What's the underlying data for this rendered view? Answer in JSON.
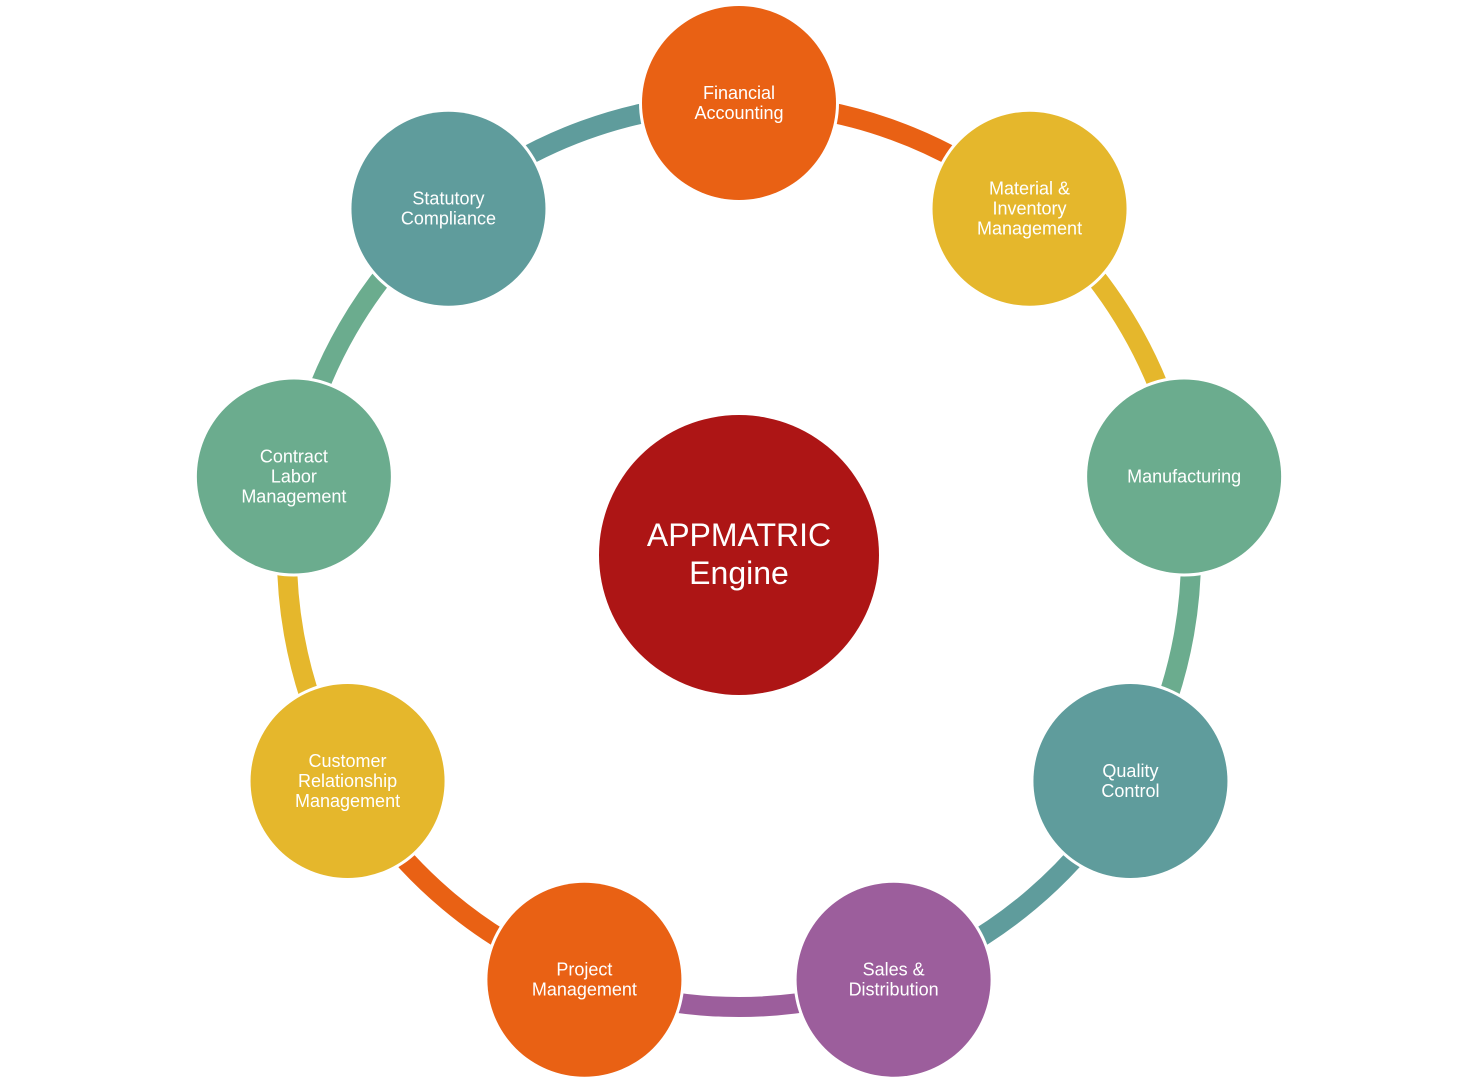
{
  "center": {
    "lines": [
      "APPMATRIC",
      "Engine"
    ],
    "color": "#AD1515"
  },
  "modules": [
    {
      "id": "financial-accounting",
      "lines": [
        "Financial",
        "Accounting"
      ],
      "color": "#E96114",
      "connector_color": "#E96114"
    },
    {
      "id": "material-inventory-management",
      "lines": [
        "Material &",
        "Inventory",
        "Management"
      ],
      "color": "#E5B72C",
      "connector_color": "#E5B72C"
    },
    {
      "id": "manufacturing",
      "lines": [
        "Manufacturing"
      ],
      "color": "#6BAC8E",
      "connector_color": "#6BAC8E"
    },
    {
      "id": "quality-control",
      "lines": [
        "Quality",
        "Control"
      ],
      "color": "#5F9C9C",
      "connector_color": "#5F9C9C"
    },
    {
      "id": "sales-distribution",
      "lines": [
        "Sales &",
        "Distribution"
      ],
      "color": "#9C5E9C",
      "connector_color": "#9C5E9C"
    },
    {
      "id": "project-management",
      "lines": [
        "Project",
        "Management"
      ],
      "color": "#E96114",
      "connector_color": "#E96114"
    },
    {
      "id": "customer-relationship-management",
      "lines": [
        "Customer",
        "Relationship",
        "Management"
      ],
      "color": "#E5B72C",
      "connector_color": "#E5B72C"
    },
    {
      "id": "contract-labor-management",
      "lines": [
        "Contract",
        "Labor",
        "Management"
      ],
      "color": "#6BAC8E",
      "connector_color": "#6BAC8E"
    },
    {
      "id": "statutory-compliance",
      "lines": [
        "Statutory",
        "Compliance"
      ],
      "color": "#5F9C9C",
      "connector_color": "#5F9C9C"
    }
  ]
}
